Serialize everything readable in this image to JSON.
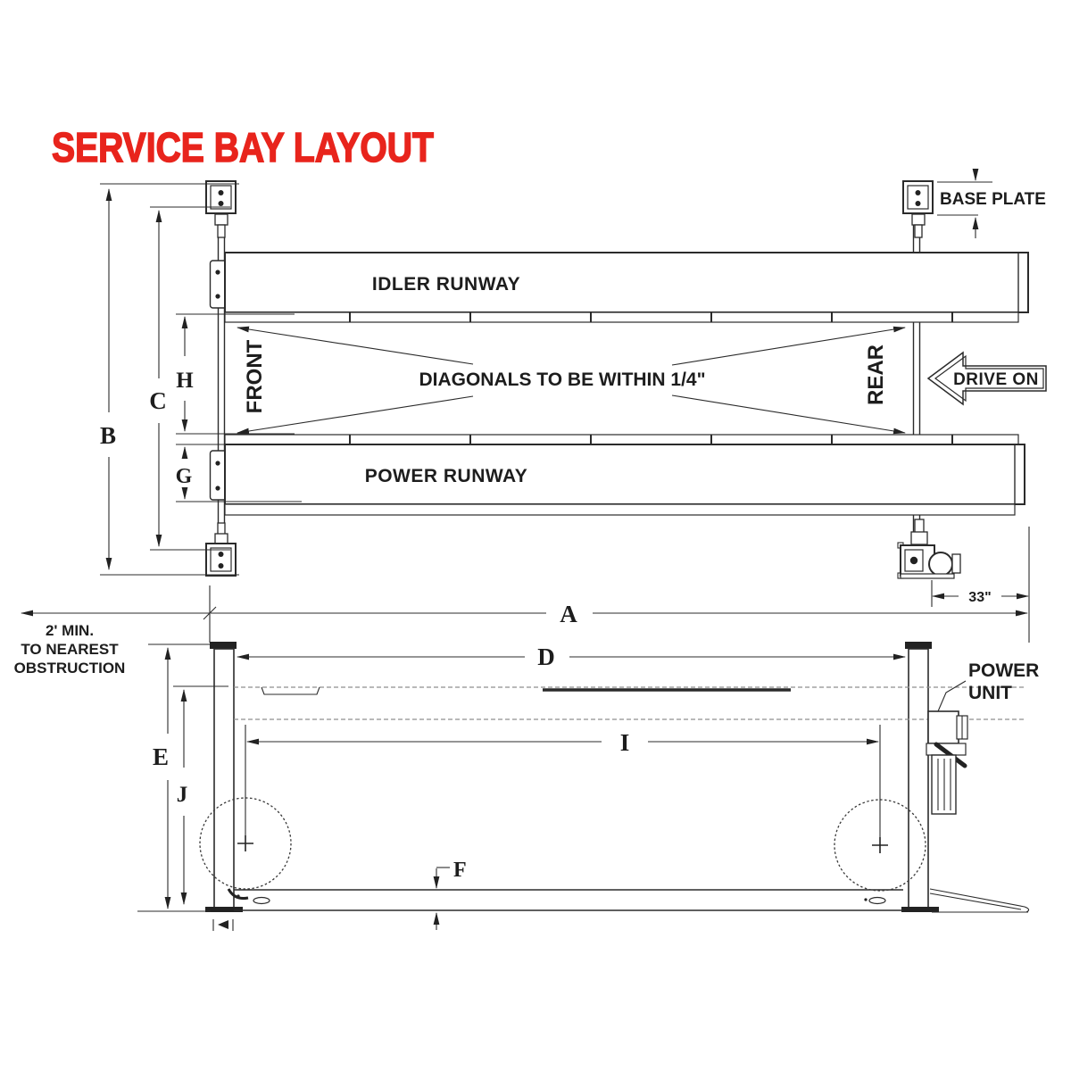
{
  "title": "SERVICE BAY LAYOUT",
  "colors": {
    "accent_red": "#e8241c",
    "line": "#2b2b2b",
    "dashed_gray": "#8f8f8f"
  },
  "top_view": {
    "idler_runway_label": "IDLER RUNWAY",
    "power_runway_label": "POWER RUNWAY",
    "diagonals_note": "DIAGONALS TO BE WITHIN 1/4\"",
    "front_label": "FRONT",
    "rear_label": "REAR",
    "drive_on_label": "DRIVE ON",
    "base_plate_label": "BASE PLATE",
    "clearance_note": [
      "2' MIN.",
      "TO NEAREST",
      "OBSTRUCTION"
    ],
    "dims": {
      "a": "A",
      "b": "B",
      "c": "C",
      "g": "G",
      "h": "H",
      "offset_33": "33\""
    }
  },
  "side_view": {
    "power_unit_label": [
      "POWER",
      "UNIT"
    ],
    "dims": {
      "d": "D",
      "e": "E",
      "f": "F",
      "i": "I",
      "j": "J"
    }
  }
}
